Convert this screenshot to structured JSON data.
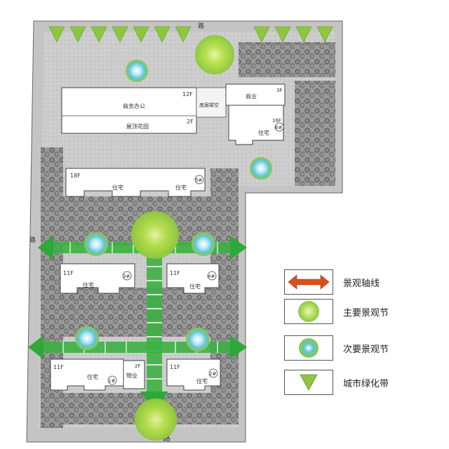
{
  "site": {
    "road_top": "路",
    "road_bottom": "路",
    "road_left": "路"
  },
  "buildings": {
    "commercial_12f": {
      "floors": "12F",
      "name": "商务办公"
    },
    "commercial_2f": {
      "floors": "2F",
      "name": "屋顶花园"
    },
    "clubhouse": {
      "name": "底层架空"
    },
    "shop": {
      "floors": "3F",
      "name": "商业"
    },
    "b6": {
      "floors": "16F",
      "name": "住宅",
      "num": "6#"
    },
    "b5": {
      "floors": "18F",
      "name1": "住宅",
      "name2": "住宅",
      "num": "5#"
    },
    "b3": {
      "floors": "11F",
      "name": "住宅",
      "num": "3#"
    },
    "b4": {
      "floors": "11F",
      "name": "住宅",
      "num": "4#"
    },
    "b1": {
      "floors": "11F",
      "name": "住宅",
      "num": "1#",
      "annex_floors": "2F",
      "annex_name": "物业"
    },
    "b2": {
      "floors": "11F",
      "name": "住宅",
      "num": "2#"
    }
  },
  "legend": {
    "axis": "景观轴线",
    "primary_node": "主要景观节",
    "secondary_node": "次要景观节",
    "green_belt": "城市绿化带"
  },
  "colors": {
    "axis_orange": "#d4521c",
    "axis_green": "#2fa83a",
    "primary_node": "#9fd12d",
    "secondary_node": "#5fc4d8",
    "green_belt": "#8ec63f",
    "pavement": "#c9c9c9",
    "trees": "#7d7d7d"
  },
  "icons": [
    "arrow-double-orange-icon",
    "primary-node-icon",
    "secondary-node-icon",
    "green-belt-arrow-icon"
  ]
}
